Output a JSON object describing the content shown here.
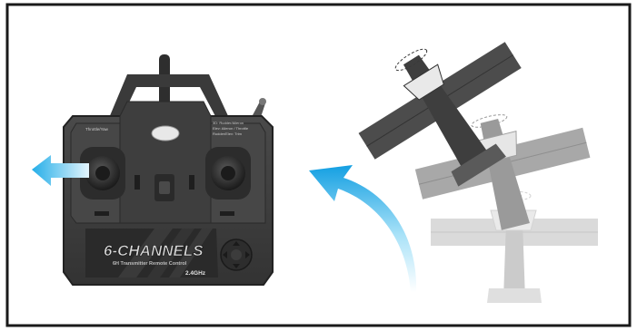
{
  "transmitter": {
    "brand_main": "6-CHANNELS",
    "brand_sub": "6H Transmitter Remote Control",
    "frequency": "2.4GHz",
    "left_shoulder_label": "Throttle/Yaw",
    "right_shoulder_lines": [
      "3D: Rudder/Aileron",
      "Elev: Aileron / Throttle",
      "Rudder/Elev: Trim"
    ]
  },
  "colors": {
    "frame": "#1a1a1a",
    "transmitter_body": "#3d3d3d",
    "arrow_light": "#bfe9fb",
    "arrow_dark": "#18a6e6",
    "plane_dark": "#4a4a4a",
    "plane_mid": "#9a9a9a",
    "plane_light": "#cdcdcd"
  }
}
